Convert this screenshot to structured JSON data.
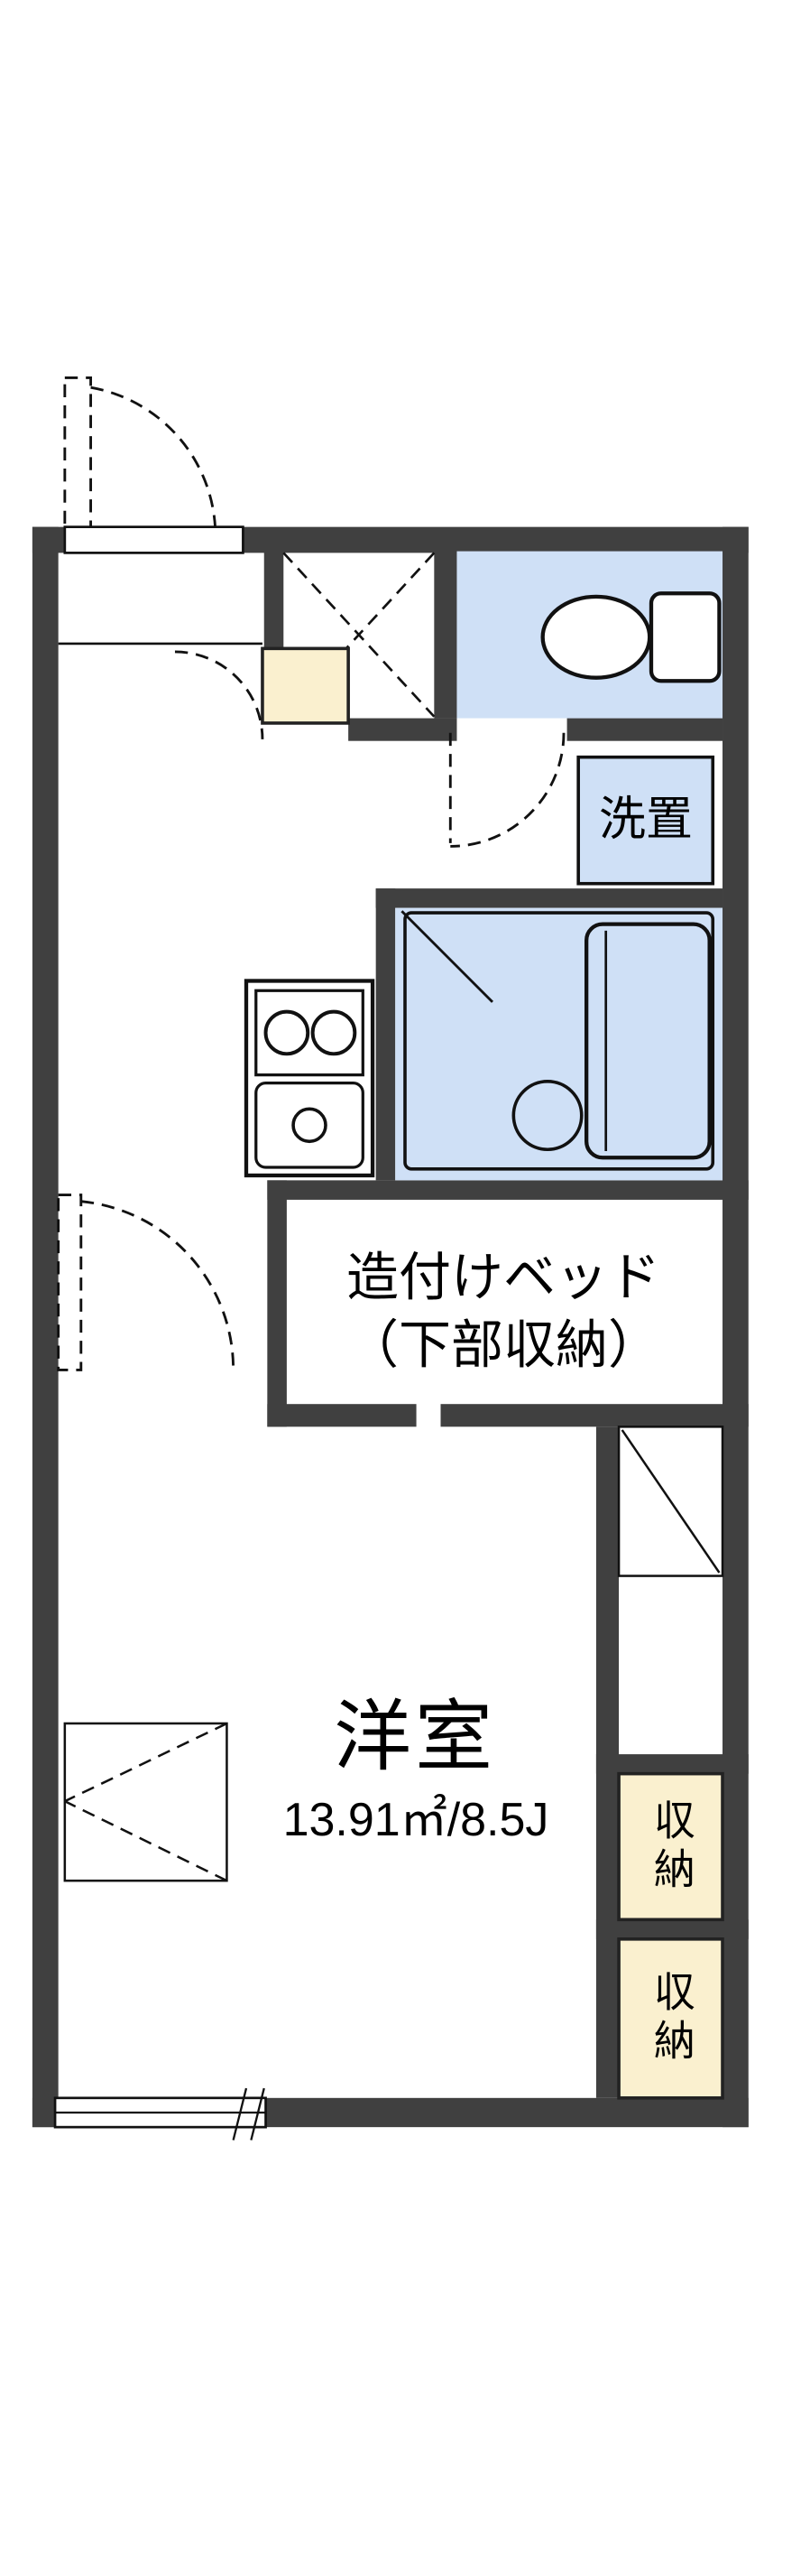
{
  "floor_plan": {
    "labels": {
      "washer": "洗置",
      "bed_line1": "造付けベッド",
      "bed_line2": "（下部収納）",
      "room_name": "洋室",
      "room_size": "13.91㎡/8.5J",
      "storage_upper": "収納",
      "storage_lower": "収納"
    },
    "colors": {
      "wall": "#404040",
      "wet_area_fill": "#cfe0f6",
      "storage_fill": "#faf0cf",
      "outline": "#111111",
      "background": "#ffffff"
    },
    "icons": [
      "toilet-icon",
      "bathtub-icon",
      "drain-circle-icon",
      "stove-burners-icon",
      "kitchen-sink-icon",
      "door-swing-arc",
      "window-symbol",
      "closet-cross-mark"
    ]
  }
}
